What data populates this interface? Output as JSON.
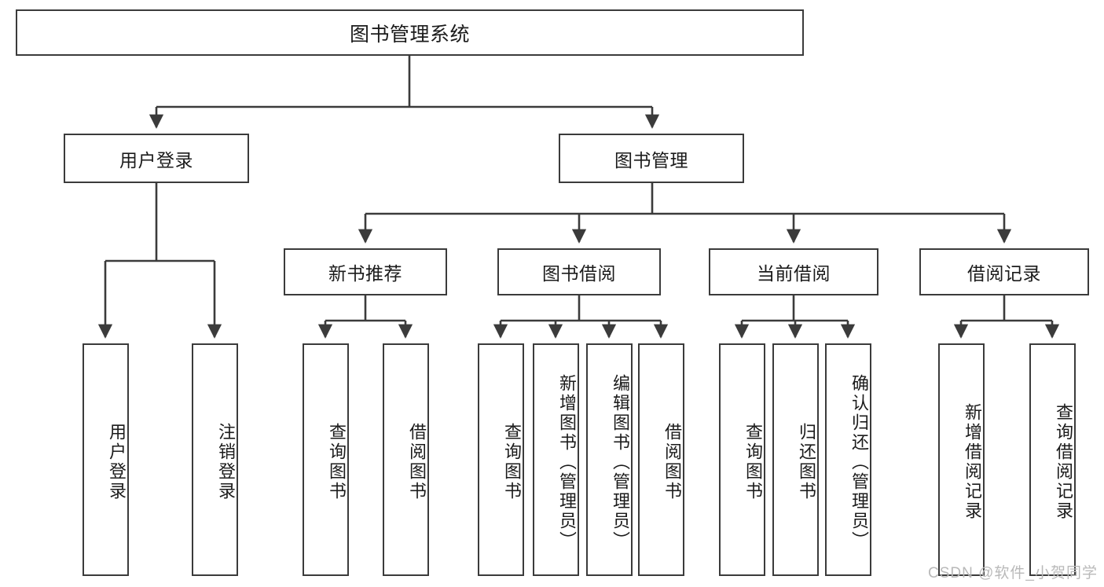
{
  "diagram": {
    "title": "图书管理系统",
    "type": "tree-hierarchy-chart",
    "watermark": "CSDN @软件_小贺同学",
    "colors": {
      "box_border": "#3b3b3b",
      "box_fill": "#ffffff",
      "edge": "#3b3b3b",
      "text": "#1b1b1b",
      "watermark": "#b9b9b9"
    },
    "root": {
      "label": "图书管理系统"
    },
    "level2": [
      {
        "id": "user-login",
        "label": "用户登录"
      },
      {
        "id": "book-manage",
        "label": "图书管理"
      }
    ],
    "level3": [
      {
        "id": "new-book-recommend",
        "label": "新书推荐"
      },
      {
        "id": "book-borrow",
        "label": "图书借阅"
      },
      {
        "id": "current-borrow",
        "label": "当前借阅"
      },
      {
        "id": "borrow-record",
        "label": "借阅记录"
      }
    ],
    "leaves": {
      "user_login": [
        {
          "id": "leaf-user-login",
          "label": "用户登录"
        },
        {
          "id": "leaf-logout-login",
          "label": "注销登录"
        }
      ],
      "new_book_recommend": [
        {
          "id": "leaf-query-book-1",
          "label": "查询图书"
        },
        {
          "id": "leaf-borrow-book-1",
          "label": "借阅图书"
        }
      ],
      "book_borrow": [
        {
          "id": "leaf-query-book-2",
          "label": "查询图书"
        },
        {
          "id": "leaf-add-book",
          "label": "新增图书（管理员）"
        },
        {
          "id": "leaf-edit-book",
          "label": "编辑图书（管理员）"
        },
        {
          "id": "leaf-borrow-book-2",
          "label": "借阅图书"
        }
      ],
      "current_borrow": [
        {
          "id": "leaf-query-book-3",
          "label": "查询图书"
        },
        {
          "id": "leaf-return-book",
          "label": "归还图书"
        },
        {
          "id": "leaf-confirm-return",
          "label": "确认归还（管理员）"
        }
      ],
      "borrow_record": [
        {
          "id": "leaf-add-record",
          "label": "新增借阅记录"
        },
        {
          "id": "leaf-query-record",
          "label": "查询借阅记录"
        }
      ]
    }
  }
}
